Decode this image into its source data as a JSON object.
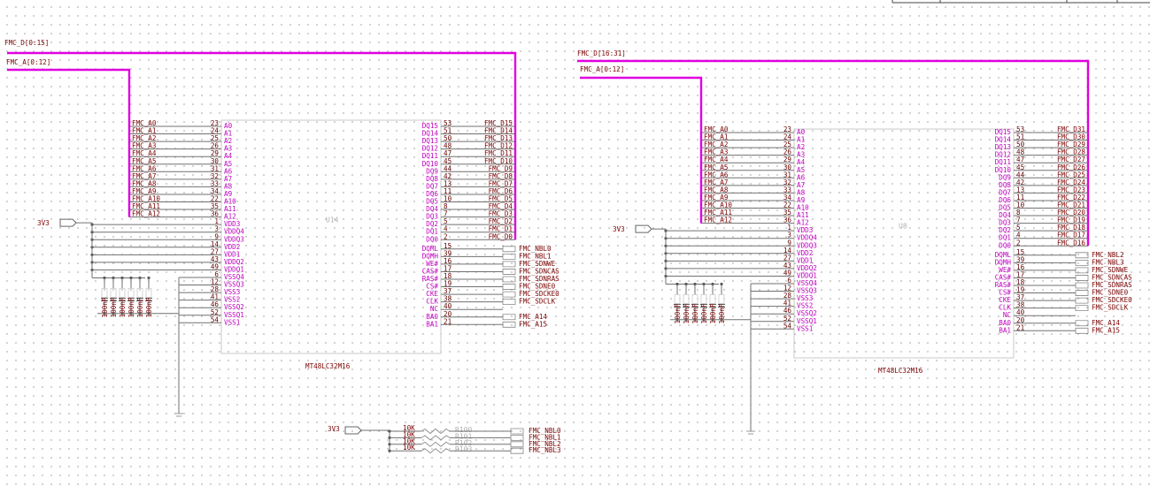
{
  "bus": {
    "d_left": "FMC_D[0:15]",
    "a_left": "FMC_A[0:12]",
    "d_right": "FMC_D[16:31]",
    "a_right": "FMC_A[0:12]"
  },
  "power_label": "3V3",
  "addr_nets": [
    "FMC_A0",
    "FMC_A1",
    "FMC_A2",
    "FMC_A3",
    "FMC_A4",
    "FMC_A5",
    "FMC_A6",
    "FMC_A7",
    "FMC_A8",
    "FMC_A9",
    "FMC_A10",
    "FMC_A11",
    "FMC_A12"
  ],
  "addr_pin_nums": [
    "23",
    "24",
    "25",
    "26",
    "29",
    "30",
    "31",
    "32",
    "33",
    "34",
    "22",
    "35",
    "36"
  ],
  "addr_pin_names": [
    "A0",
    "A1",
    "A2",
    "A3",
    "A4",
    "A5",
    "A6",
    "A7",
    "A8",
    "A9",
    "A10",
    "A11",
    "A12"
  ],
  "power_pin_nums": [
    "1",
    "3",
    "9",
    "14",
    "27",
    "43",
    "49",
    "6",
    "12",
    "28",
    "41",
    "46",
    "52",
    "54"
  ],
  "power_pin_names": [
    "VDD3",
    "VDDQ4",
    "VDDQ3",
    "VDD2",
    "VDD1",
    "VDDQ2",
    "VDDQ1",
    "VSSQ4",
    "VSSQ3",
    "VSS3",
    "VSS2",
    "VSSQ2",
    "VSSQ1",
    "VSS1"
  ],
  "data_pin_names": [
    "DQ15",
    "DQ14",
    "DQ13",
    "DQ12",
    "DQ11",
    "DQ10",
    "DQ9",
    "DQ8",
    "DQ7",
    "DQ6",
    "DQ5",
    "DQ4",
    "DQ3",
    "DQ2",
    "DQ1",
    "DQ0"
  ],
  "data_pin_nums": [
    "53",
    "51",
    "50",
    "48",
    "47",
    "45",
    "44",
    "42",
    "13",
    "11",
    "10",
    "8",
    "7",
    "5",
    "4",
    "2"
  ],
  "data_nets_left": [
    "FMC_D15",
    "FMC_D14",
    "FMC_D13",
    "FMC_D12",
    "FMC_D11",
    "FMC_D10",
    "FMC_D9",
    "FMC_D8",
    "FMC_D7",
    "FMC_D6",
    "FMC_D5",
    "FMC_D4",
    "FMC_D3",
    "FMC_D2",
    "FMC_D1",
    "FMC_D0"
  ],
  "data_nets_right": [
    "FMC_D31",
    "FMC_D30",
    "FMC_D29",
    "FMC_D28",
    "FMC_D27",
    "FMC_D26",
    "FMC_D25",
    "FMC_D24",
    "FMC_D23",
    "FMC_D22",
    "FMC_D21",
    "FMC_D20",
    "FMC_D19",
    "FMC_D18",
    "FMC_D17",
    "FMC_D16"
  ],
  "ctrl_pin_names": [
    "DQML",
    "DQMH",
    "WE#",
    "CAS#",
    "RAS#",
    "CS#",
    "CKE",
    "CLK",
    "NC",
    "BA0",
    "BA1"
  ],
  "ctrl_pin_nums": [
    "15",
    "39",
    "16",
    "17",
    "18",
    "19",
    "37",
    "38",
    "40",
    "20",
    "21"
  ],
  "ctrl_nets_left": [
    "FMC_NBL0",
    "FMC_NBL1",
    "FMC_SDNWE",
    "FMC_SDNCAS",
    "FMC_SDNRAS",
    "FMC_SDNE0",
    "FMC_SDCKE0",
    "FMC_SDCLK",
    "",
    "FMC_A14",
    "FMC_A15"
  ],
  "ctrl_nets_right": [
    "FMC_NBL2",
    "FMC_NBL3",
    "FMC_SDNWE",
    "FMC_SDNCAS",
    "FMC_SDNRAS",
    "FMC_SDNE0",
    "FMC_SDCKE0",
    "FMC_SDCLK",
    "",
    "FMC_A14",
    "FMC_A15"
  ],
  "cap_value": "100nF",
  "chip_part": "MT48LC32M16",
  "chip_ref_left": "U14",
  "chip_ref_right": "U8",
  "resistors": {
    "values": [
      "10K",
      "10K",
      "10K",
      "10K"
    ],
    "refs": [
      "R100",
      "R101",
      "R102",
      "R103"
    ],
    "nets": [
      "FMC_NBL0",
      "FMC_NBL1",
      "FMC_NBL2",
      "FMC_NBL3"
    ]
  },
  "colors": {
    "bus": "#e000e0",
    "wire": "#707070",
    "net_label": "#7a0000",
    "pin_name": "#c000c0",
    "grid": "#9a9a9a"
  }
}
